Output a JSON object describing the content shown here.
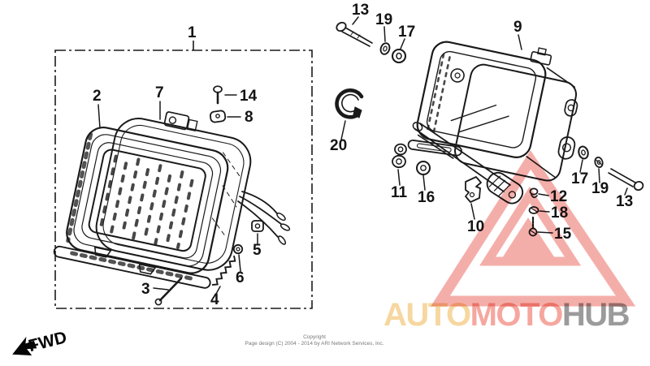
{
  "callouts": [
    {
      "id": "1"
    },
    {
      "id": "2"
    },
    {
      "id": "7"
    },
    {
      "id": "14"
    },
    {
      "id": "8"
    },
    {
      "id": "3"
    },
    {
      "id": "4"
    },
    {
      "id": "5"
    },
    {
      "id": "6"
    },
    {
      "id": "20"
    },
    {
      "id": "13"
    },
    {
      "id": "19"
    },
    {
      "id": "17"
    },
    {
      "id": "9"
    },
    {
      "id": "11"
    },
    {
      "id": "16"
    },
    {
      "id": "10"
    },
    {
      "id": "12"
    },
    {
      "id": "18"
    },
    {
      "id": "15"
    },
    {
      "id": "17"
    },
    {
      "id": "19"
    },
    {
      "id": "13"
    }
  ],
  "fwd_label": "FWD",
  "watermark": {
    "parts": [
      {
        "text": "AUTO",
        "color": "#F6D7A0"
      },
      {
        "text": "MOTO",
        "color": "#F5A79F"
      },
      {
        "text": "HUB",
        "color": "#9B9B9B"
      }
    ],
    "logo_color": "#F2A09A"
  },
  "footer": {
    "line1": "Copyright",
    "line2": "Page design (C) 2004 - 2014 by ARI Network Services, Inc."
  },
  "diagram_colors": {
    "line": "#1a1a1a",
    "background": "#ffffff"
  }
}
